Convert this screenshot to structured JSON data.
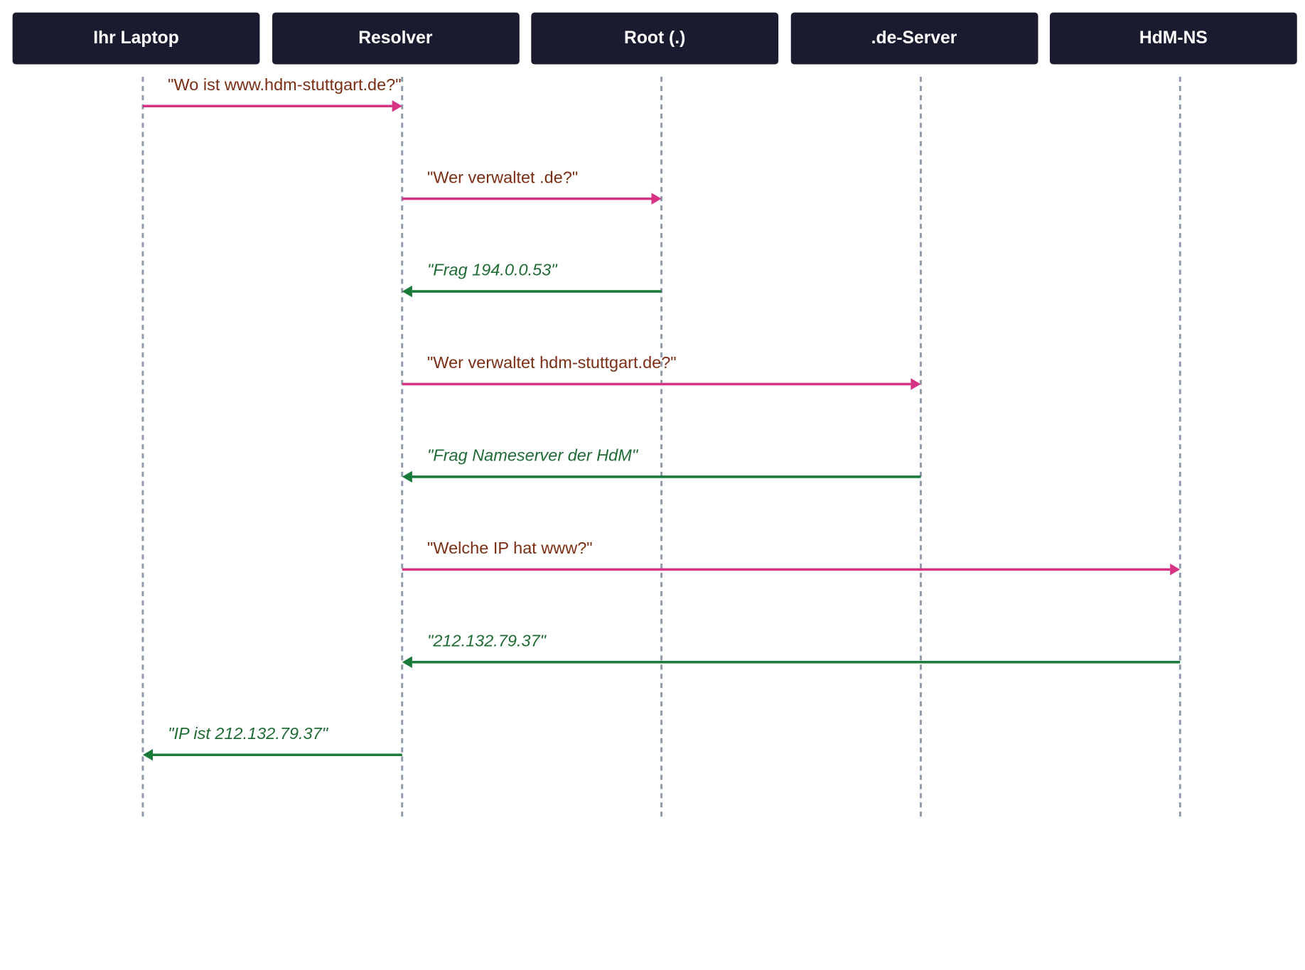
{
  "actors": [
    {
      "id": "laptop",
      "label": "Ihr Laptop"
    },
    {
      "id": "resolver",
      "label": "Resolver"
    },
    {
      "id": "root",
      "label": "Root (.)"
    },
    {
      "id": "de",
      "label": ".de-Server"
    },
    {
      "id": "hdm",
      "label": "HdM-NS"
    }
  ],
  "messages": [
    {
      "from": "laptop",
      "to": "resolver",
      "kind": "request",
      "text": "\"Wo ist www.hdm-stuttgart.de?\""
    },
    {
      "from": "resolver",
      "to": "root",
      "kind": "request",
      "text": "\"Wer verwaltet .de?\""
    },
    {
      "from": "root",
      "to": "resolver",
      "kind": "response",
      "text": "\"Frag 194.0.0.53\""
    },
    {
      "from": "resolver",
      "to": "de",
      "kind": "request",
      "text": "\"Wer verwaltet hdm-stuttgart.de?\""
    },
    {
      "from": "de",
      "to": "resolver",
      "kind": "response",
      "text": "\"Frag Nameserver der HdM\""
    },
    {
      "from": "resolver",
      "to": "hdm",
      "kind": "request",
      "text": "\"Welche IP hat www?\""
    },
    {
      "from": "hdm",
      "to": "resolver",
      "kind": "response",
      "text": "\"212.132.79.37\""
    },
    {
      "from": "resolver",
      "to": "laptop",
      "kind": "response",
      "text": "\"IP ist 212.132.79.37\""
    }
  ],
  "colors": {
    "actor_bg": "#1b1b2f",
    "actor_text": "#ffffff",
    "lifeline": "#8e9aab",
    "request_arrow": "#d63384",
    "request_text": "#7a2e14",
    "response_arrow": "#1a7a3a",
    "response_text": "#1f6b35"
  }
}
